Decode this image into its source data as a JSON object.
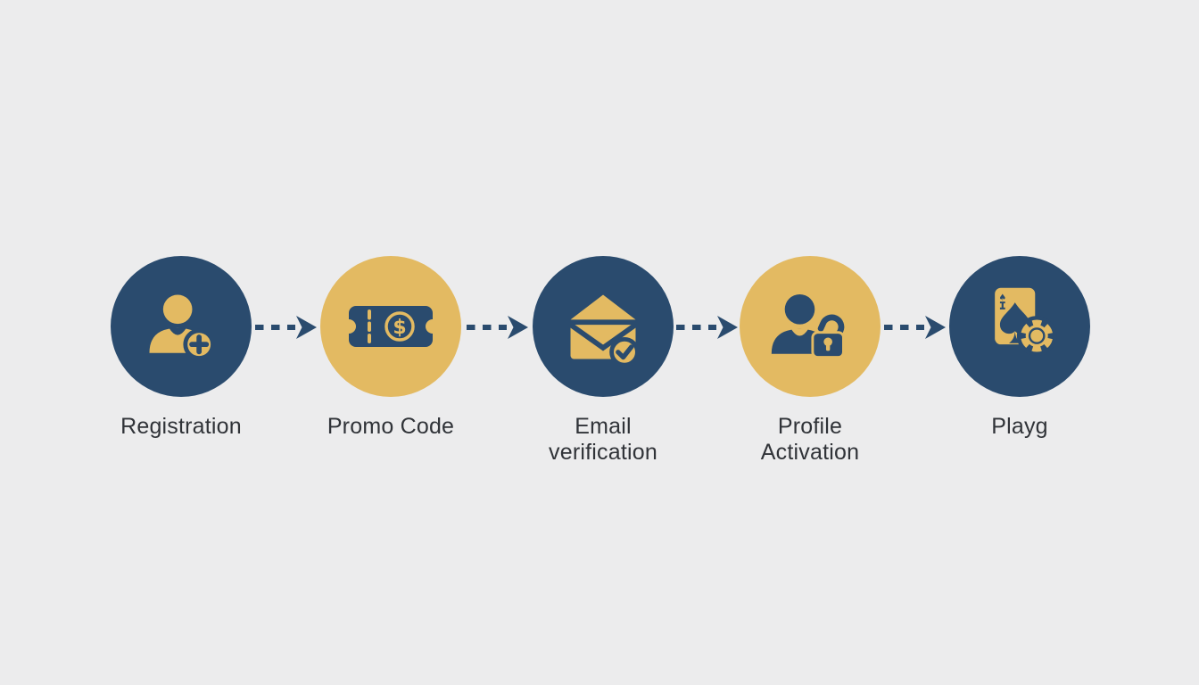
{
  "flow": {
    "background_color": "#ececed",
    "colors": {
      "navy": "#2a4b6e",
      "gold": "#e3ba62",
      "label": "#303338"
    },
    "connector": "dashed-arrow-right",
    "steps": [
      {
        "id": "registration",
        "label1": "Registration",
        "circle_color": "navy",
        "icon": "user-add-icon"
      },
      {
        "id": "promo-code",
        "label1": "Promo Code",
        "circle_color": "gold",
        "icon": "ticket-dollar-icon",
        "glyph": "$"
      },
      {
        "id": "email-verification",
        "label1": "Email",
        "label2": "verification",
        "circle_color": "navy",
        "icon": "envelope-check-icon"
      },
      {
        "id": "profile-activation",
        "label1": "Profile",
        "label2": "Activation",
        "circle_color": "gold",
        "icon": "user-lock-icon"
      },
      {
        "id": "play",
        "label1": "Playg",
        "circle_color": "navy",
        "icon": "card-chip-icon",
        "card_rank_suit": "♠"
      }
    ]
  }
}
